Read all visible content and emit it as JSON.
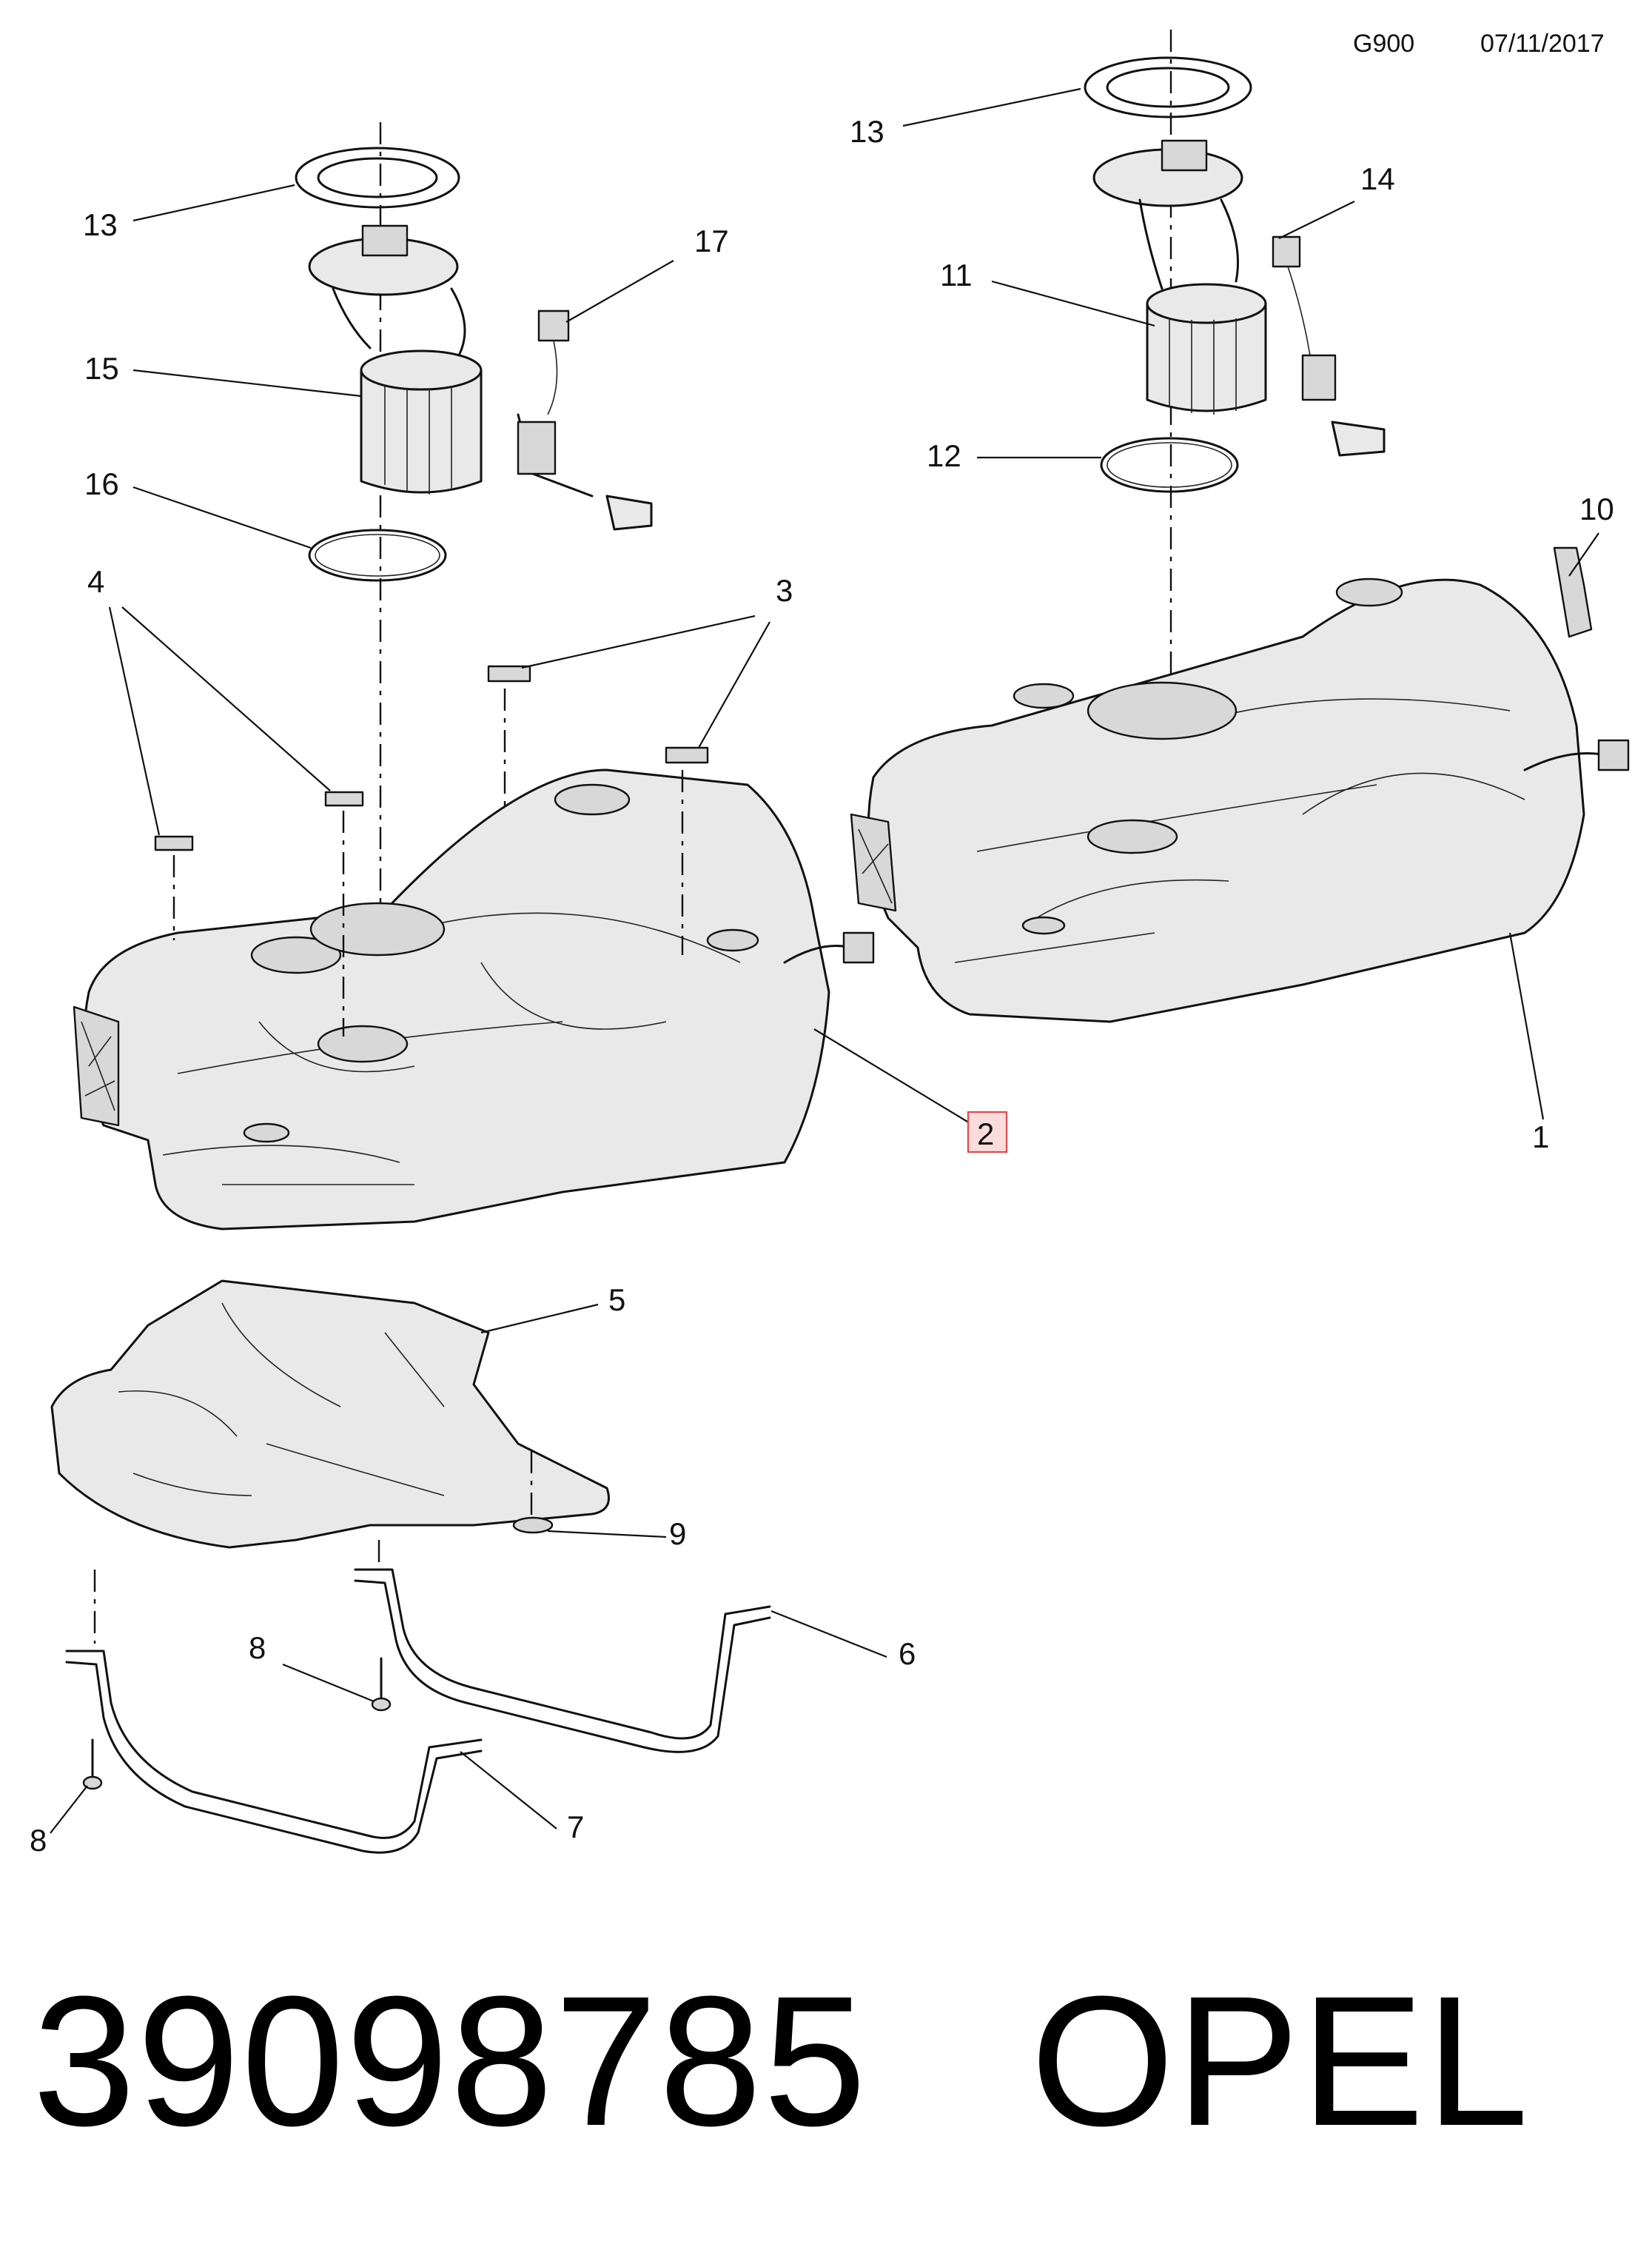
{
  "header": {
    "code": "G900",
    "date": "07/11/2017"
  },
  "callouts": {
    "c1": "1",
    "c2": "2",
    "c3": "3",
    "c4": "4",
    "c5": "5",
    "c6": "6",
    "c7": "7",
    "c8a": "8",
    "c8b": "8",
    "c9": "9",
    "c10": "10",
    "c11": "11",
    "c12": "12",
    "c13a": "13",
    "c13b": "13",
    "c14": "14",
    "c15": "15",
    "c16": "16",
    "c17": "17"
  },
  "highlight_color": "#e04a4a",
  "footer": {
    "part_number": "39098785",
    "brand": "OPEL"
  }
}
